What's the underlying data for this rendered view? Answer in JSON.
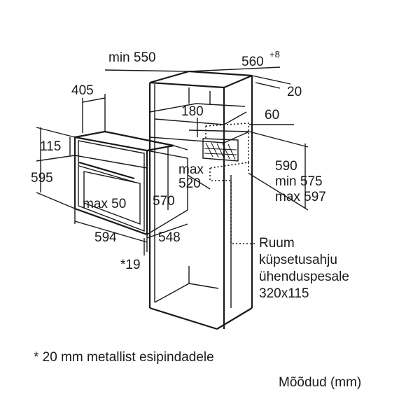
{
  "dimensions": {
    "min_width": "min 550",
    "niche_width": "560",
    "niche_width_tolerance": "+8",
    "depth_20": "20",
    "oven_front_depth": "405",
    "height_180": "180",
    "right_60": "60",
    "panel_height": "115",
    "oven_height": "595",
    "max_50": "max 50",
    "max_520": "max\n520",
    "max_520_line1": "max",
    "max_520_line2": "520",
    "depth_570": "570",
    "niche_height": "590",
    "niche_min": "min 575",
    "niche_max": "max 597",
    "oven_width": "594",
    "depth_548": "548",
    "front_19": "*19"
  },
  "notes": {
    "socket_line1": "Ruum",
    "socket_line2": "küpsetusahju",
    "socket_line3": "ühenduspesale",
    "socket_line4": "320x115",
    "footnote": "* 20 mm metallist esipindadele",
    "units": "Mõõdud (mm)"
  }
}
